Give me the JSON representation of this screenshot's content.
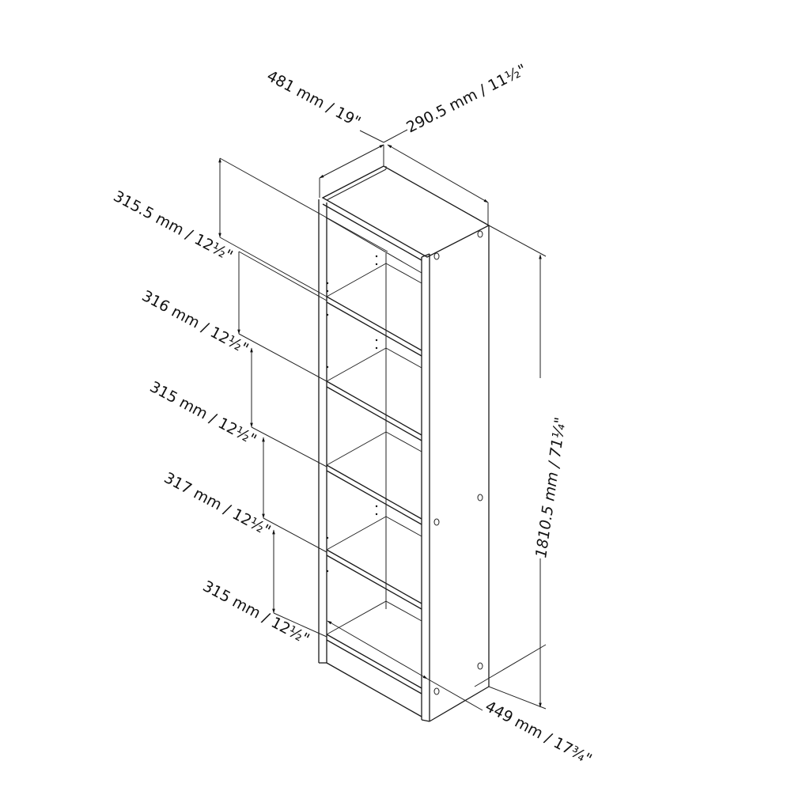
{
  "diagram": {
    "subject": "Tall 5-shelf bookcase, isometric dimension drawing",
    "dimensions": {
      "width": "481 mm / 19\"",
      "depth": "290.5 mm / 11½\"",
      "height": "1810.5 mm / 71¼\"",
      "bottom_width": "449 mm / 17¾\"",
      "shelf_gaps": [
        "315.5 mm / 12½\"",
        "316 mm / 12½\"",
        "315 mm / 12½\"",
        "317 mm / 12½\"",
        "315 mm / 12½\""
      ]
    },
    "colors": {
      "line": "#1a1a1a",
      "background": "#ffffff"
    }
  }
}
